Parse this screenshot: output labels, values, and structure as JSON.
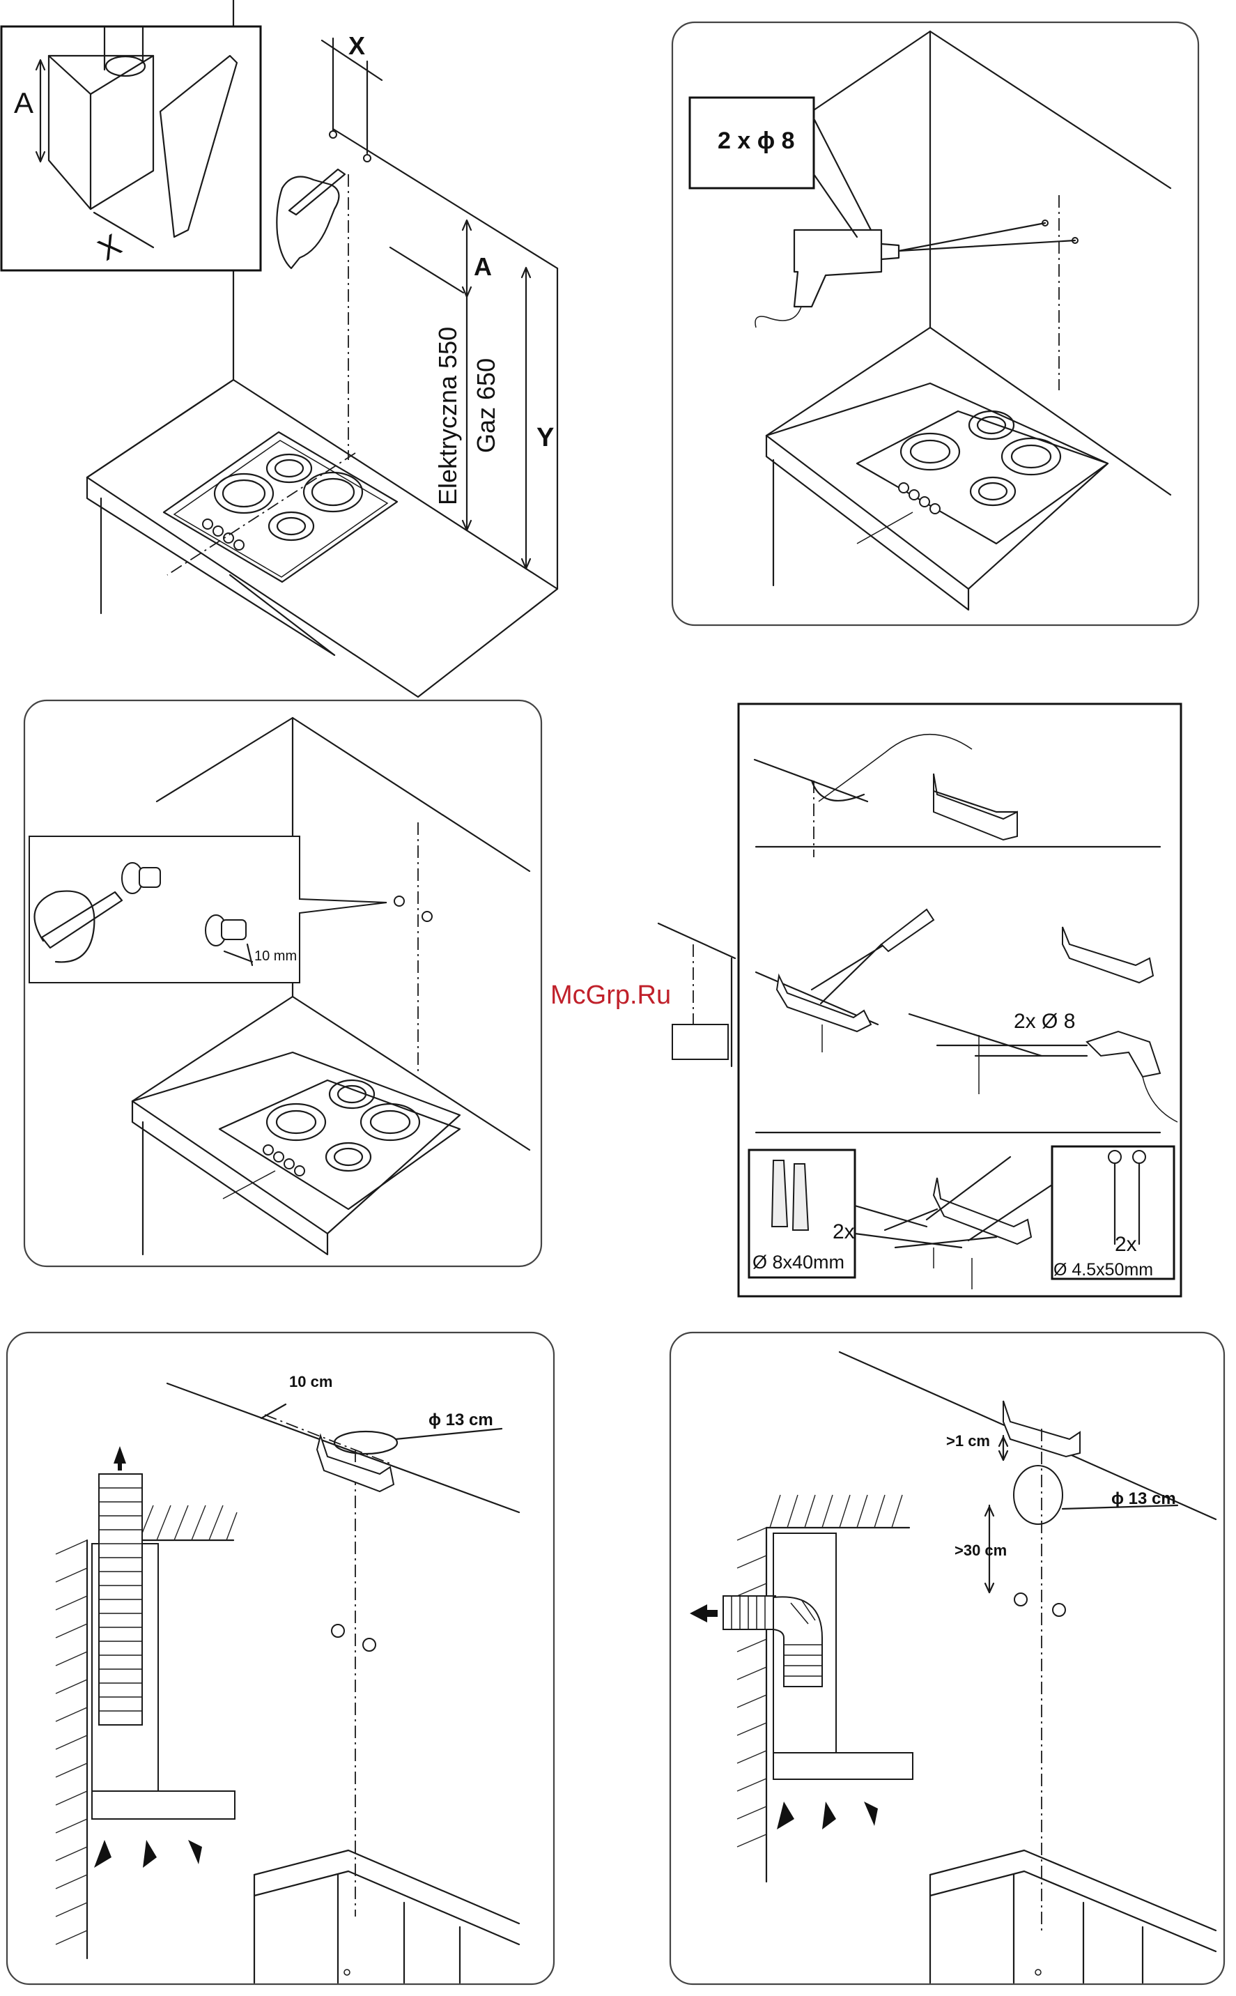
{
  "panel1": {
    "inset_label_a": "A",
    "inset_label_x": "X",
    "label_x": "X",
    "label_a": "A",
    "label_y": "Y",
    "label_electric": "Elektryczna 550",
    "label_gas": "Gaz 650"
  },
  "panel2": {
    "drill_callout": "2 x ϕ 8"
  },
  "panel3": {
    "screw_gap": "10 mm"
  },
  "panel4": {
    "drill_label": "2x Ø 8",
    "plug_count": "2x",
    "plug_size": "Ø 8x40mm",
    "screw_count": "2x",
    "screw_size": "Ø 4.5x50mm"
  },
  "panel5": {
    "offset_label": "10 cm",
    "duct_diameter": "ϕ 13 cm"
  },
  "panel6": {
    "bracket_gap": ">1 cm",
    "duct_diameter": "ϕ 13 cm",
    "min_distance": ">30 cm"
  },
  "watermark": "McGrp.Ru",
  "colors": {
    "line": "#1a1a1a",
    "frame": "#444444",
    "watermark": "#c0202a"
  }
}
